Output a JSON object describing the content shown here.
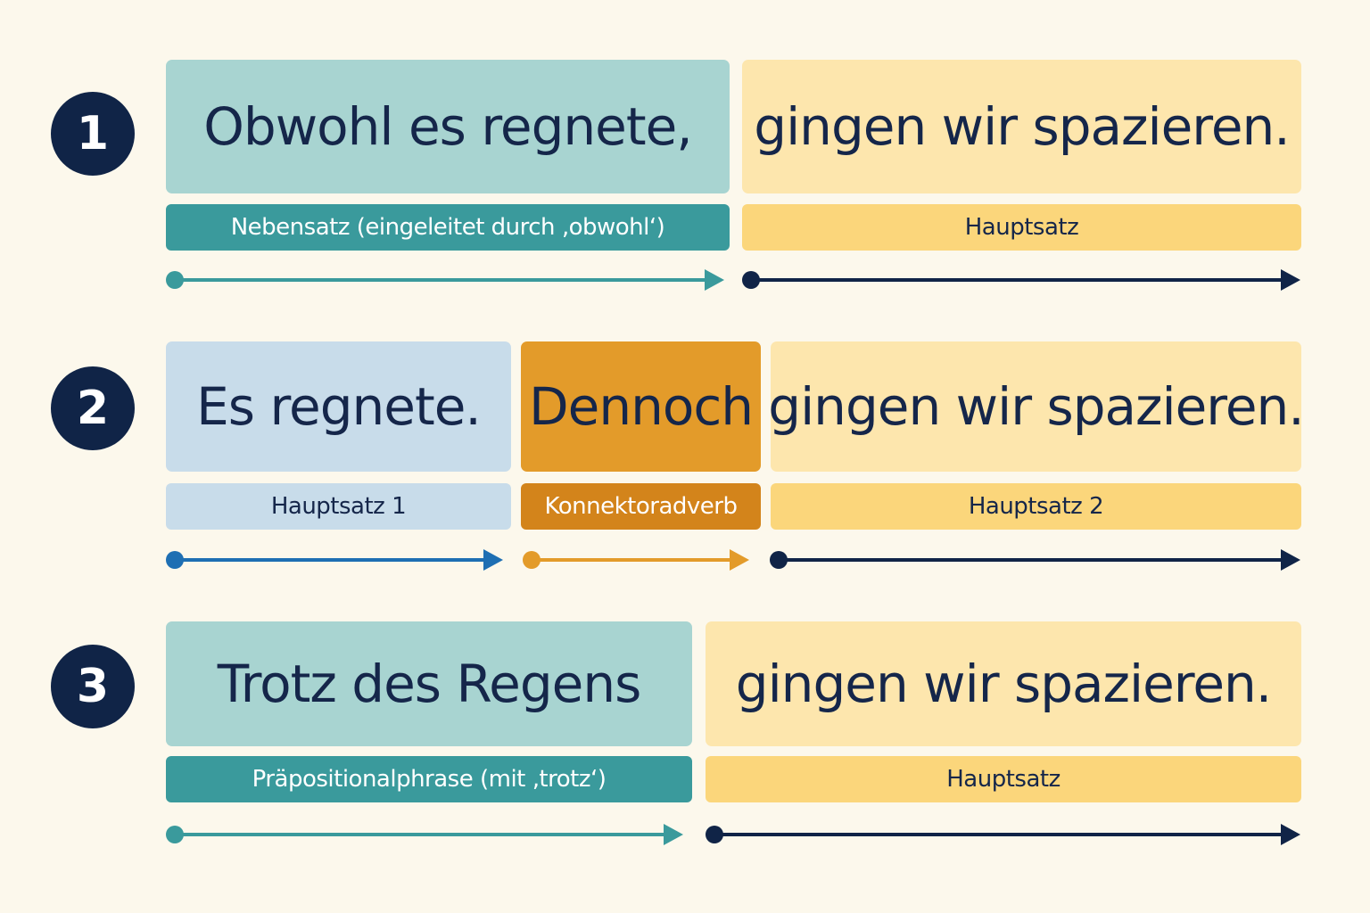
{
  "colors": {
    "background": "#fcf8ec",
    "navy": "#102447",
    "teal": "#3a9a9c",
    "teal_light": "#a8d4d1",
    "yellow_light": "#fde6ad",
    "yellow": "#fbd67b",
    "blue_light": "#c8dcea",
    "blue": "#1e6fb3",
    "orange": "#e39b2a",
    "orange_dark": "#d3841b"
  },
  "rows": [
    {
      "number": "1",
      "segments": [
        {
          "text": "Obwohl es regnete,",
          "label": "Nebensatz (eingeleitet durch ‚obwohl‘)"
        },
        {
          "text": "gingen wir spazieren.",
          "label": "Hauptsatz"
        }
      ]
    },
    {
      "number": "2",
      "segments": [
        {
          "text": "Es regnete.",
          "label": "Hauptsatz 1"
        },
        {
          "text": "Dennoch",
          "label": "Konnektoradverb"
        },
        {
          "text": "gingen wir spazieren.",
          "label": "Hauptsatz 2"
        }
      ]
    },
    {
      "number": "3",
      "segments": [
        {
          "text": "Trotz des Regens",
          "label": "Präpositionalphrase (mit ‚trotz‘)"
        },
        {
          "text": "gingen wir spazieren.",
          "label": "Hauptsatz"
        }
      ]
    }
  ]
}
